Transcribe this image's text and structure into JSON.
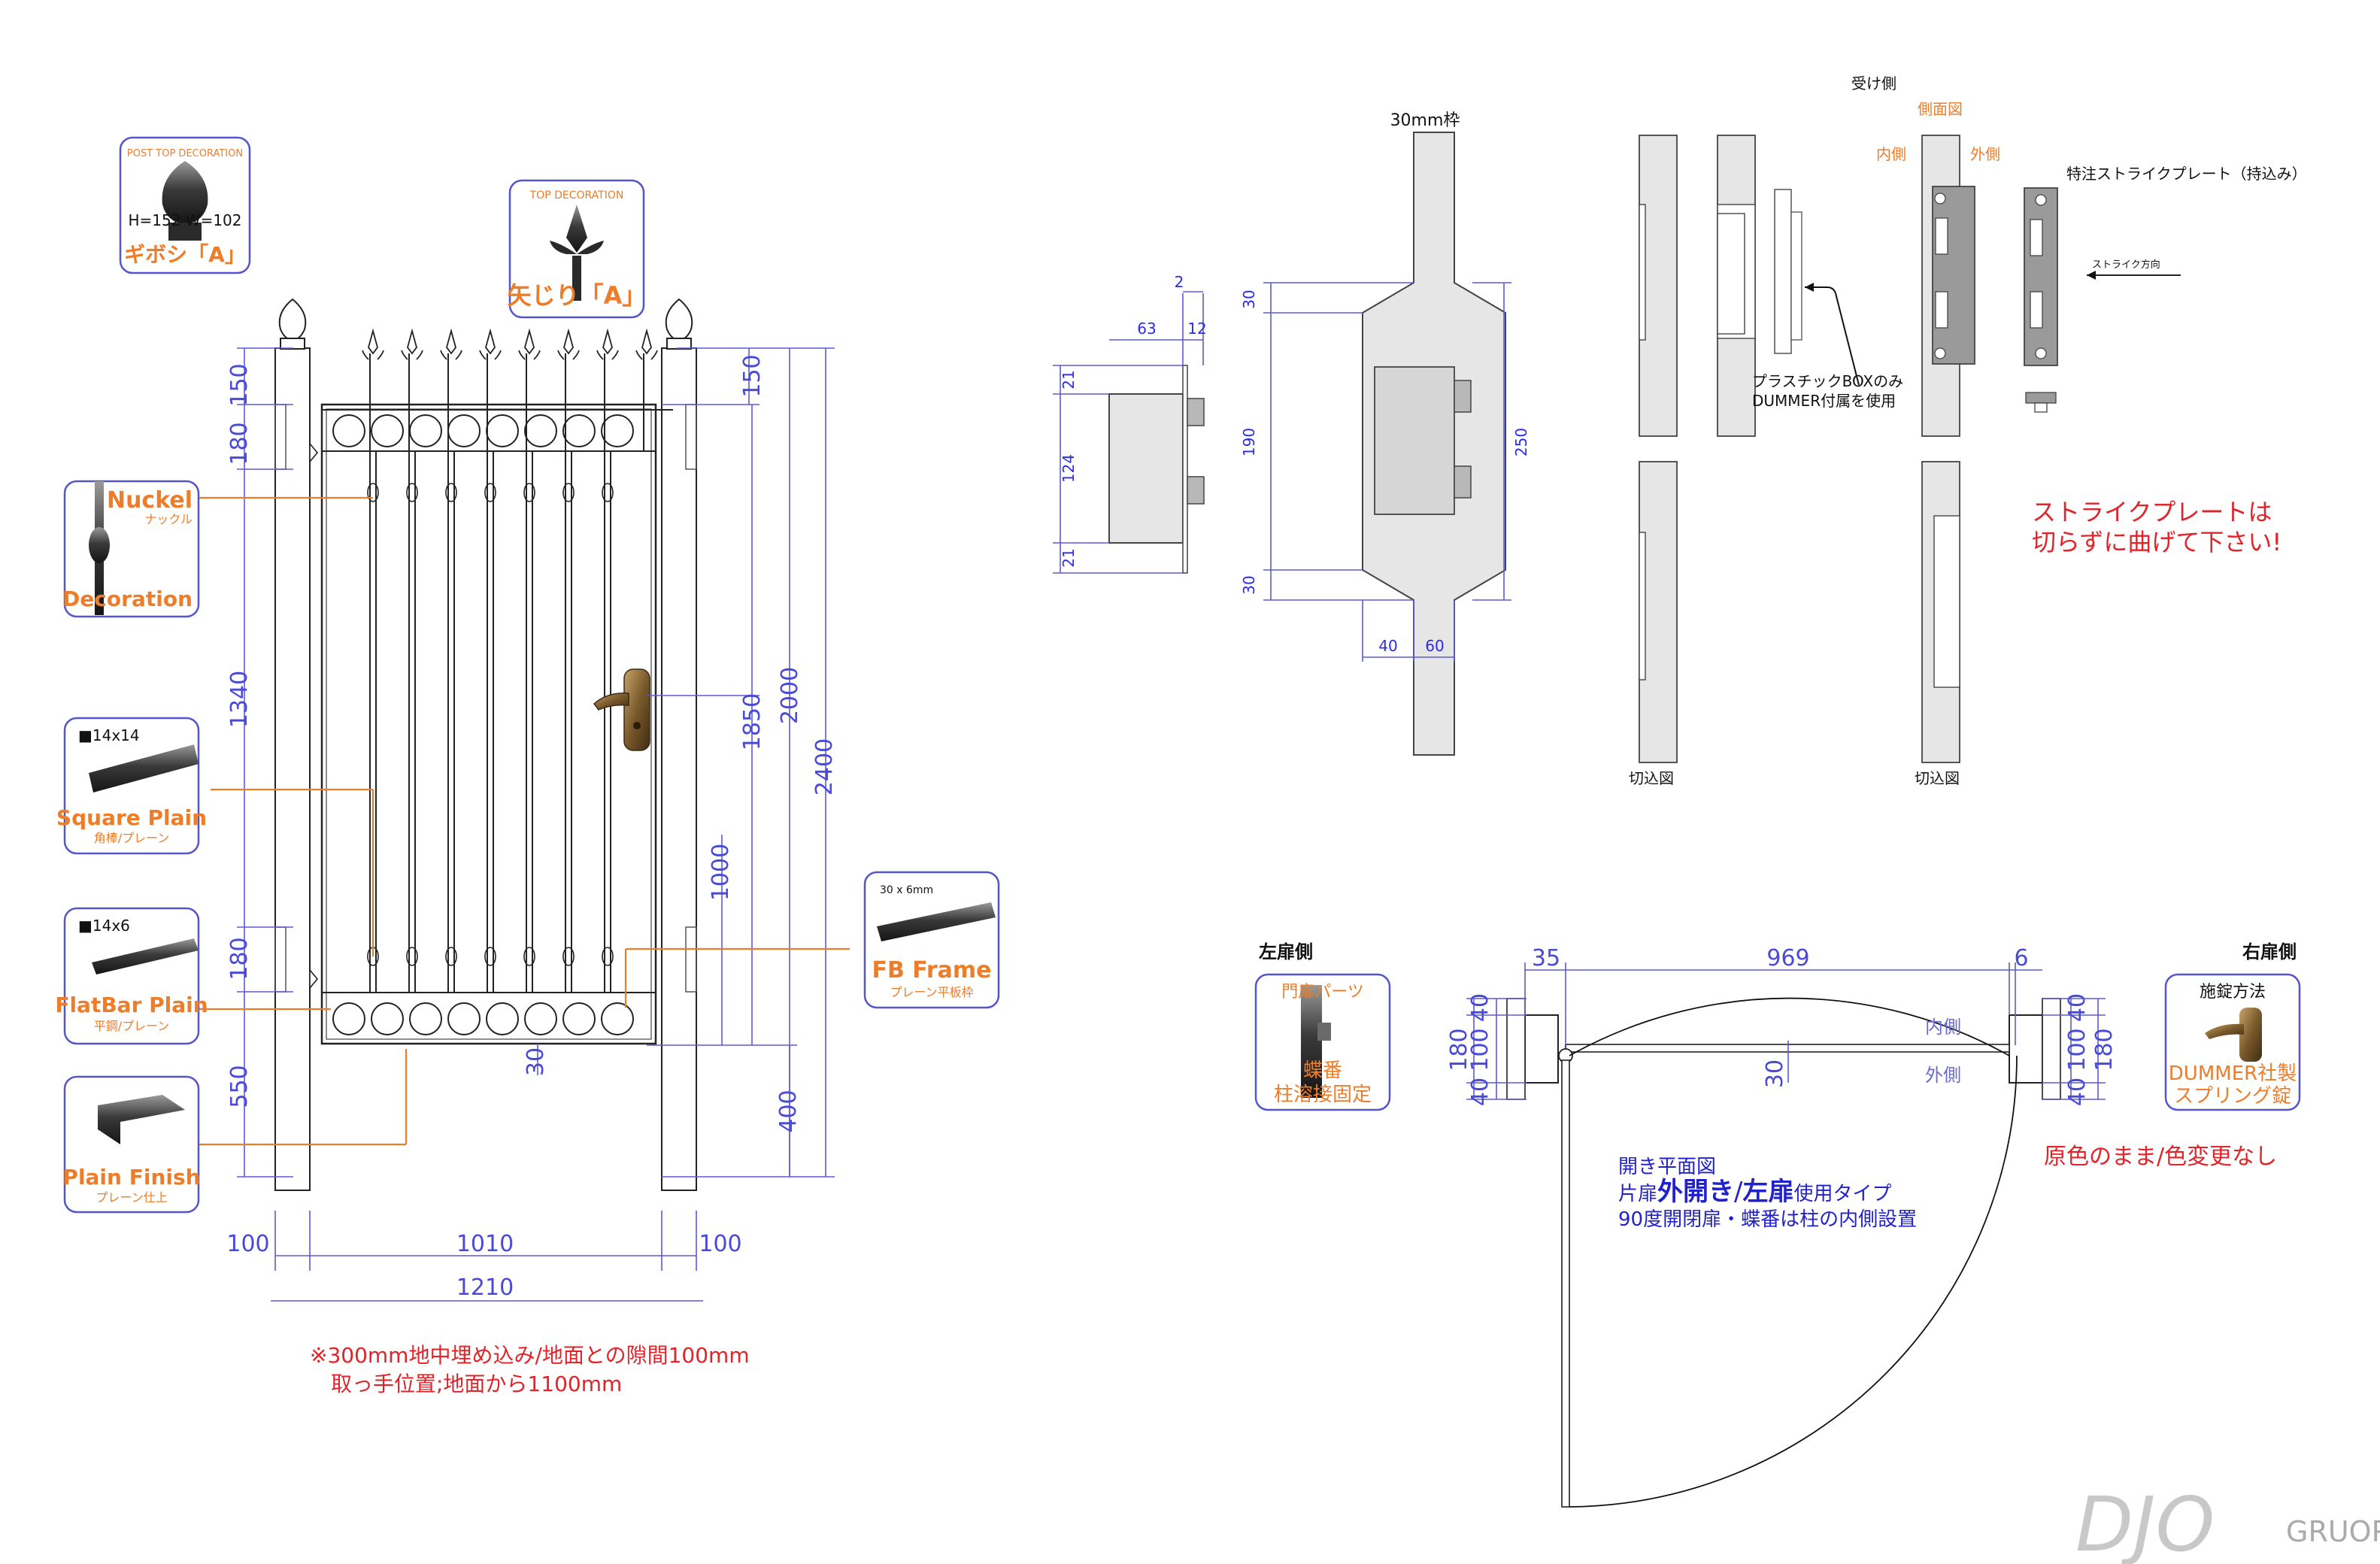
{
  "colors": {
    "dimension": "#4a4ad8",
    "note_red": "#e0242a",
    "label_orange": "#ee7d2a",
    "part_fill": "#e6e6e6",
    "outline": "#222222"
  },
  "cards": {
    "post_top": {
      "header": "POST TOP DECORATION",
      "size": "H=152 W=102",
      "name": "ギボシ「A」"
    },
    "top_deco": {
      "header": "TOP DECORATION",
      "name": "矢じり「A」"
    },
    "nuckel": {
      "title": "Nuckel",
      "sub": "ナックル",
      "title2": "Decoration"
    },
    "square": {
      "size": "■14x14",
      "title": "Square Plain",
      "sub": "角棒/プレーン"
    },
    "flatbar": {
      "size": "■14x6",
      "title": "FlatBar Plain",
      "sub": "平鋼/プレーン"
    },
    "plain": {
      "title": "Plain Finish",
      "sub": "プレーン仕上"
    },
    "fb": {
      "size": "30 x 6mm",
      "title": "FB Frame",
      "sub": "プレーン平板枠"
    }
  },
  "elevation": {
    "left_dims": [
      "150",
      "180",
      "1340",
      "180",
      "550"
    ],
    "right_dims": [
      "150",
      "1850",
      "2000",
      "2400",
      "1000",
      "400"
    ],
    "bottom_dims": [
      "100",
      "1010",
      "100",
      "1210"
    ],
    "gap_dim": "30",
    "note_line1": "※300mm地中埋め込み/地面との隙間100mm",
    "note_line2": "取っ手位置;地面から1100mm"
  },
  "lock_detail": {
    "dims": [
      "2",
      "63",
      "12",
      "21",
      "124",
      "21"
    ]
  },
  "frame_detail": {
    "title": "30mm枠",
    "dims": [
      "30",
      "190",
      "30",
      "250",
      "40",
      "60"
    ]
  },
  "strike_detail": {
    "title": "受け側",
    "side_view": "側面図",
    "inner": "内側",
    "outer": "外側",
    "custom_plate": "特注ストライクプレート（持込み）",
    "strike_dir": "ストライク方向",
    "box_note1": "プラスチックBOXのみ",
    "box_note2": "DUMMER付属を使用",
    "cut_view1": "切込図",
    "cut_view2": "切込図",
    "red_note1": "ストライクプレートは",
    "red_note2": "切らずに曲げて下さい!"
  },
  "plan_view": {
    "left_side": "左扉側",
    "right_side": "右扉側",
    "hinge_card": {
      "header": "門扉パーツ",
      "line1": "蝶番",
      "line2": "柱溶接固定"
    },
    "lock_card": {
      "header": "施錠方法",
      "line1": "DUMMER社製",
      "line2": "スプリング錠"
    },
    "top_dims": [
      "35",
      "969",
      "6"
    ],
    "left_dims": [
      "40",
      "180",
      "100",
      "40"
    ],
    "right_dims": [
      "40",
      "100",
      "180",
      "40"
    ],
    "mid_dim": "30",
    "inner": "内側",
    "outer": "外側",
    "desc1": "開き平面図",
    "desc2a": "片扉",
    "desc2b": "外開き",
    "desc2c": "/",
    "desc2d": "左扉",
    "desc2e": "使用タイプ",
    "desc3": "90度開閉扉・蝶番は柱の内側設置",
    "color_note": "原色のまま/色変更なし"
  },
  "logo": {
    "mark": "DJO",
    "word": "GRUOP"
  }
}
